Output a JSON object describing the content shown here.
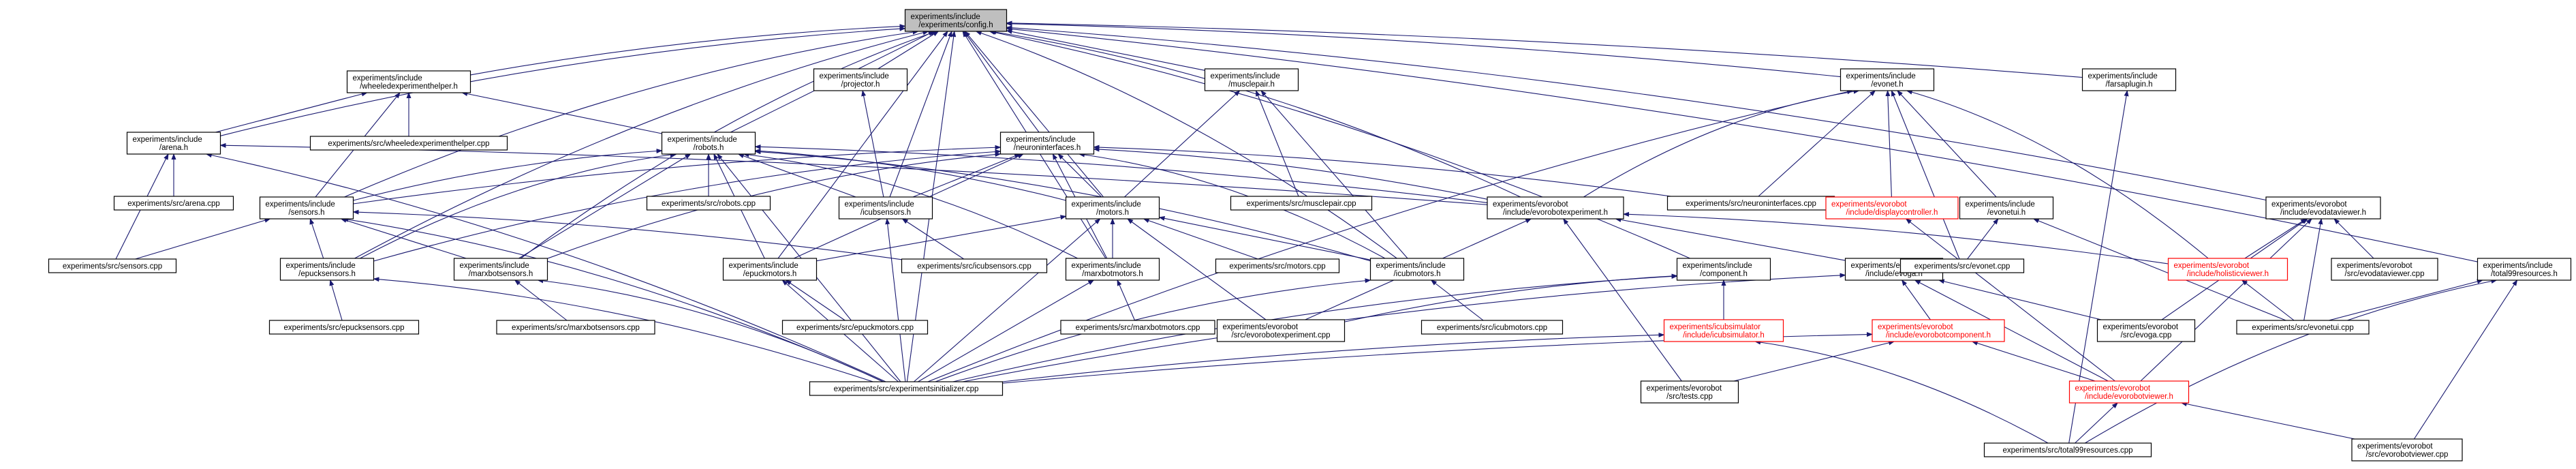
{
  "root": "include_2experiments_2config_8h",
  "colors": {
    "edge": "#191970",
    "node_border": "#000000",
    "root_fill": "#bfbfbf",
    "truncated_border": "#ff0000"
  },
  "nodes": [
    {
      "id": "config",
      "lines": [
        "experiments/include",
        "/experiments/config.h"
      ],
      "root": true
    },
    {
      "id": "weh",
      "lines": [
        "experiments/include",
        "/wheeledexperimenthelper.h"
      ]
    },
    {
      "id": "projector",
      "lines": [
        "experiments/include",
        "/projector.h"
      ]
    },
    {
      "id": "musclepair",
      "lines": [
        "experiments/include",
        "/musclepair.h"
      ]
    },
    {
      "id": "evonet",
      "lines": [
        "experiments/include",
        "/evonet.h"
      ]
    },
    {
      "id": "farsaplugin",
      "lines": [
        "experiments/include",
        "/farsaplugin.h"
      ]
    },
    {
      "id": "arena",
      "lines": [
        "experiments/include",
        "/arena.h"
      ]
    },
    {
      "id": "wehcpp",
      "lines": [
        "experiments/src/wheeledexperimenthelper.cpp"
      ]
    },
    {
      "id": "robots",
      "lines": [
        "experiments/include",
        "/robots.h"
      ]
    },
    {
      "id": "neuroninterfaces",
      "lines": [
        "experiments/include",
        "/neuroninterfaces.h"
      ]
    },
    {
      "id": "arenacpp",
      "lines": [
        "experiments/src/arena.cpp"
      ]
    },
    {
      "id": "sensors",
      "lines": [
        "experiments/include",
        "/sensors.h"
      ]
    },
    {
      "id": "robotscpp",
      "lines": [
        "experiments/src/robots.cpp"
      ]
    },
    {
      "id": "icubsensors",
      "lines": [
        "experiments/include",
        "/icubsensors.h"
      ]
    },
    {
      "id": "motors",
      "lines": [
        "experiments/include",
        "/motors.h"
      ]
    },
    {
      "id": "musclepaircpp",
      "lines": [
        "experiments/src/musclepair.cpp"
      ]
    },
    {
      "id": "evobotexp",
      "lines": [
        "experiments/evorobot",
        "/include/evorobotexperiment.h"
      ]
    },
    {
      "id": "neuroninterfacescpp",
      "lines": [
        "experiments/src/neuroninterfaces.cpp"
      ]
    },
    {
      "id": "displaycontroller",
      "lines": [
        "experiments/evorobot",
        "/include/displaycontroller.h"
      ],
      "red": true
    },
    {
      "id": "evonetui",
      "lines": [
        "experiments/include",
        "/evonetui.h"
      ]
    },
    {
      "id": "evodataviewer",
      "lines": [
        "experiments/evorobot",
        "/include/evodataviewer.h"
      ]
    },
    {
      "id": "sensorscpp",
      "lines": [
        "experiments/src/sensors.cpp"
      ]
    },
    {
      "id": "epucksensors",
      "lines": [
        "experiments/include",
        "/epucksensors.h"
      ]
    },
    {
      "id": "marxbotsensors",
      "lines": [
        "experiments/include",
        "/marxbotsensors.h"
      ]
    },
    {
      "id": "icubsensorscpp",
      "lines": [
        "experiments/src/icubsensors.cpp"
      ]
    },
    {
      "id": "epuckmotors",
      "lines": [
        "experiments/include",
        "/epuckmotors.h"
      ]
    },
    {
      "id": "marxbotmotors",
      "lines": [
        "experiments/include",
        "/marxbotmotors.h"
      ]
    },
    {
      "id": "motorscpp",
      "lines": [
        "experiments/src/motors.cpp"
      ]
    },
    {
      "id": "icubmotors",
      "lines": [
        "experiments/include",
        "/icubmotors.h"
      ]
    },
    {
      "id": "component",
      "lines": [
        "experiments/include",
        "/component.h"
      ]
    },
    {
      "id": "evoga",
      "lines": [
        "experiments/evorobot",
        "/include/evoga.h"
      ]
    },
    {
      "id": "evonetcpp",
      "lines": [
        "experiments/src/evonet.cpp"
      ]
    },
    {
      "id": "holistic",
      "lines": [
        "experiments/evorobot",
        "/include/holisticviewer.h"
      ],
      "red": true
    },
    {
      "id": "evodataviewercpp",
      "lines": [
        "experiments/evorobot",
        "/src/evodataviewer.cpp"
      ]
    },
    {
      "id": "total99",
      "lines": [
        "experiments/include",
        "/total99resources.h"
      ]
    },
    {
      "id": "epucksensorscpp",
      "lines": [
        "experiments/src/epucksensors.cpp"
      ]
    },
    {
      "id": "marxbotsensorscpp",
      "lines": [
        "experiments/src/marxbotsensors.cpp"
      ]
    },
    {
      "id": "epuckmotorscpp",
      "lines": [
        "experiments/src/epuckmotors.cpp"
      ]
    },
    {
      "id": "marxbotmotorscpp",
      "lines": [
        "experiments/src/marxbotmotors.cpp"
      ]
    },
    {
      "id": "evobotexpcpp",
      "lines": [
        "experiments/evorobot",
        "/src/evorobotexperiment.cpp"
      ]
    },
    {
      "id": "icubmotorscpp",
      "lines": [
        "experiments/src/icubmotors.cpp"
      ]
    },
    {
      "id": "icubsimulator",
      "lines": [
        "experiments/icubsimulator",
        "/include/icubsimulator.h"
      ],
      "red": true
    },
    {
      "id": "evobotcomponent",
      "lines": [
        "experiments/evorobot",
        "/include/evorobotcomponent.h"
      ],
      "red": true
    },
    {
      "id": "evogacpp",
      "lines": [
        "experiments/evorobot",
        "/src/evoga.cpp"
      ]
    },
    {
      "id": "evonetuicpp",
      "lines": [
        "experiments/src/evonetui.cpp"
      ]
    },
    {
      "id": "initializer",
      "lines": [
        "experiments/src/experimentsinitializer.cpp"
      ]
    },
    {
      "id": "testscpp",
      "lines": [
        "experiments/evorobot",
        "/src/tests.cpp"
      ]
    },
    {
      "id": "evobotviewer",
      "lines": [
        "experiments/evorobot",
        "/include/evorobotviewer.h"
      ],
      "red": true
    },
    {
      "id": "total99cpp",
      "lines": [
        "experiments/src/total99resources.cpp"
      ]
    },
    {
      "id": "evobotviewercpp",
      "lines": [
        "experiments/evorobot",
        "/src/evorobotviewer.cpp"
      ]
    }
  ],
  "edges": [
    [
      "weh",
      "config"
    ],
    [
      "projector",
      "config"
    ],
    [
      "musclepair",
      "config"
    ],
    [
      "evonet",
      "config"
    ],
    [
      "farsaplugin",
      "config"
    ],
    [
      "arena",
      "config"
    ],
    [
      "robots",
      "config"
    ],
    [
      "neuroninterfaces",
      "config"
    ],
    [
      "sensors",
      "config"
    ],
    [
      "icubsensors",
      "config"
    ],
    [
      "motors",
      "config"
    ],
    [
      "evobotexp",
      "config"
    ],
    [
      "evodataviewer",
      "config"
    ],
    [
      "epucksensors",
      "config"
    ],
    [
      "marxbotsensors",
      "config"
    ],
    [
      "epuckmotors",
      "config"
    ],
    [
      "marxbotmotors",
      "config"
    ],
    [
      "icubmotors",
      "config"
    ],
    [
      "component",
      "config"
    ],
    [
      "total99",
      "config"
    ],
    [
      "initializer",
      "config"
    ],
    [
      "arena",
      "weh"
    ],
    [
      "wehcpp",
      "weh"
    ],
    [
      "robots",
      "weh"
    ],
    [
      "sensors",
      "weh"
    ],
    [
      "icubsensors",
      "projector"
    ],
    [
      "motors",
      "musclepair"
    ],
    [
      "musclepaircpp",
      "musclepair"
    ],
    [
      "icubmotors",
      "musclepair"
    ],
    [
      "evobotexp",
      "evonet"
    ],
    [
      "neuroninterfacescpp",
      "evonet"
    ],
    [
      "displaycontroller",
      "evonet"
    ],
    [
      "evonetui",
      "evonet"
    ],
    [
      "evonetcpp",
      "evonet"
    ],
    [
      "holistic",
      "evonet"
    ],
    [
      "initializer",
      "evonet"
    ],
    [
      "total99cpp",
      "farsaplugin"
    ],
    [
      "arenacpp",
      "arena"
    ],
    [
      "sensorscpp",
      "arena"
    ],
    [
      "initializer",
      "arena"
    ],
    [
      "evobotexp",
      "arena"
    ],
    [
      "sensors",
      "robots"
    ],
    [
      "robotscpp",
      "robots"
    ],
    [
      "icubsensors",
      "robots"
    ],
    [
      "motors",
      "robots"
    ],
    [
      "evobotexp",
      "robots"
    ],
    [
      "epucksensors",
      "robots"
    ],
    [
      "marxbotsensors",
      "robots"
    ],
    [
      "epuckmotors",
      "robots"
    ],
    [
      "marxbotmotors",
      "robots"
    ],
    [
      "icubmotors",
      "robots"
    ],
    [
      "initializer",
      "robots"
    ],
    [
      "sensors",
      "neuroninterfaces"
    ],
    [
      "icubsensors",
      "neuroninterfaces"
    ],
    [
      "motors",
      "neuroninterfaces"
    ],
    [
      "evobotexp",
      "neuroninterfaces"
    ],
    [
      "neuroninterfacescpp",
      "neuroninterfaces"
    ],
    [
      "epucksensors",
      "neuroninterfaces"
    ],
    [
      "marxbotsensors",
      "neuroninterfaces"
    ],
    [
      "epuckmotors",
      "neuroninterfaces"
    ],
    [
      "marxbotmotors",
      "neuroninterfaces"
    ],
    [
      "icubmotors",
      "neuroninterfaces"
    ],
    [
      "sensorscpp",
      "sensors"
    ],
    [
      "epucksensors",
      "sensors"
    ],
    [
      "marxbotsensors",
      "sensors"
    ],
    [
      "icubsensorscpp",
      "sensors"
    ],
    [
      "initializer",
      "sensors"
    ],
    [
      "icubsensorscpp",
      "icubsensors"
    ],
    [
      "initializer",
      "icubsensors"
    ],
    [
      "epuckmotors",
      "motors"
    ],
    [
      "marxbotmotors",
      "motors"
    ],
    [
      "motorscpp",
      "motors"
    ],
    [
      "icubmotors",
      "motors"
    ],
    [
      "evobotexpcpp",
      "motors"
    ],
    [
      "initializer",
      "motors"
    ],
    [
      "evobotexpcpp",
      "evobotexp"
    ],
    [
      "holistic",
      "evobotexp"
    ],
    [
      "testscpp",
      "evobotexp"
    ],
    [
      "evoga",
      "evobotexp"
    ],
    [
      "evobotviewer",
      "displaycontroller"
    ],
    [
      "evonetuicpp",
      "evonetui"
    ],
    [
      "evonetcpp",
      "evonetui"
    ],
    [
      "holistic",
      "evodataviewer"
    ],
    [
      "evodataviewercpp",
      "evodataviewer"
    ],
    [
      "evonetuicpp",
      "evodataviewer"
    ],
    [
      "evogacpp",
      "evodataviewer"
    ],
    [
      "evobotviewer",
      "evodataviewer"
    ],
    [
      "epucksensorscpp",
      "epucksensors"
    ],
    [
      "initializer",
      "epucksensors"
    ],
    [
      "marxbotsensorscpp",
      "marxbotsensors"
    ],
    [
      "initializer",
      "marxbotsensors"
    ],
    [
      "epuckmotorscpp",
      "epuckmotors"
    ],
    [
      "initializer",
      "epuckmotors"
    ],
    [
      "marxbotmotorscpp",
      "marxbotmotors"
    ],
    [
      "initializer",
      "marxbotmotors"
    ],
    [
      "icubmotorscpp",
      "icubmotors"
    ],
    [
      "initializer",
      "icubmotors"
    ],
    [
      "icubsimulator",
      "component"
    ],
    [
      "evobotexpcpp",
      "component"
    ],
    [
      "initializer",
      "component"
    ],
    [
      "evobotcomponent",
      "evoga"
    ],
    [
      "evogacpp",
      "evoga"
    ],
    [
      "initializer",
      "evoga"
    ],
    [
      "evobotviewer",
      "evoga"
    ],
    [
      "evonetuicpp",
      "holistic"
    ],
    [
      "evonetuicpp",
      "total99"
    ],
    [
      "total99cpp",
      "total99"
    ],
    [
      "evobotviewercpp",
      "total99"
    ],
    [
      "initializer",
      "icubsimulator"
    ],
    [
      "total99cpp",
      "icubsimulator"
    ],
    [
      "initializer",
      "evobotcomponent"
    ],
    [
      "testscpp",
      "evobotcomponent"
    ],
    [
      "evobotviewer",
      "evobotcomponent"
    ],
    [
      "total99cpp",
      "evobotviewer"
    ],
    [
      "evobotviewercpp",
      "evobotviewer"
    ]
  ]
}
